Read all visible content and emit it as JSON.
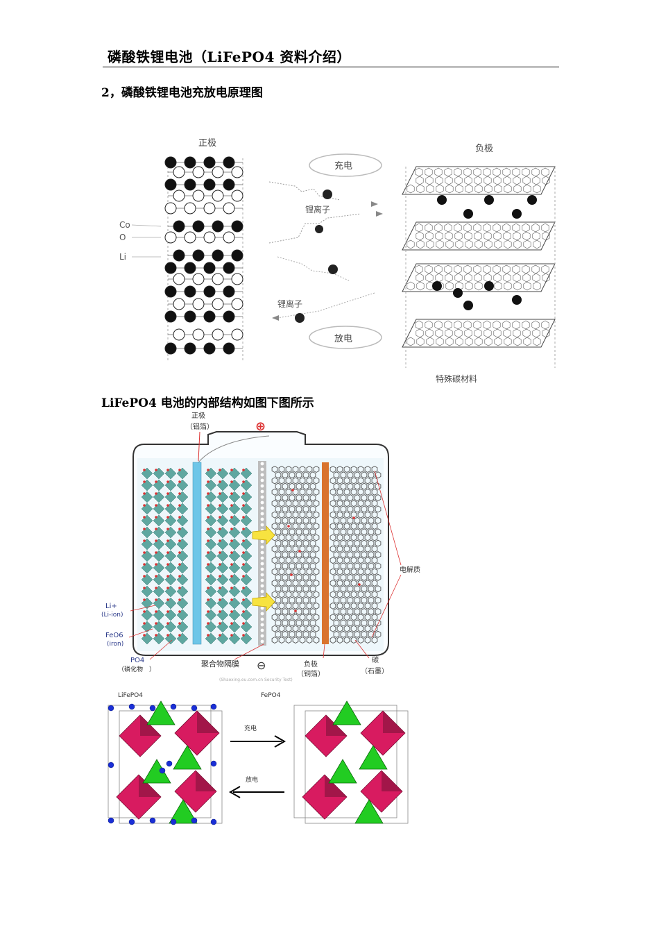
{
  "header": {
    "title": "磷酸铁锂电池（LiFePO4 资料介绍）"
  },
  "section": {
    "heading": "2，磷酸铁锂电池充放电原理图"
  },
  "figure1": {
    "positive_label": "正极",
    "negative_label": "负极",
    "charge_label": "充电",
    "discharge_label": "放电",
    "ion_label_top": "锂离子",
    "ion_label_bottom": "锂离子",
    "legend_co": "Co",
    "legend_o": "O",
    "legend_li": "Li",
    "carbon_label": "特殊碳材料"
  },
  "caption": "LiFePO4 电池的内部结构如图下图所示",
  "figure2": {
    "positive_title": "正极",
    "positive_sub": "（铝箔）",
    "plus_symbol": "⊕",
    "minus_symbol": "⊖",
    "li_label": "Li+",
    "li_sub": "(Li-ion)",
    "feo_label": "FeO6",
    "feo_sub": "(iron)",
    "po_label": "PO4",
    "po_sub": "（磷化物　）",
    "separator_label": "聚合物隔膜",
    "negative_title": "负极",
    "negative_sub": "（铜箔）",
    "carbon_title": "碳",
    "carbon_sub": "（石墨）",
    "electrolyte_label": "电解质",
    "credit": "(Shaoxing.eu.com.cn Security Test)"
  },
  "figure3": {
    "left_label": "LiFePO4",
    "right_label": "FePO4",
    "charge_label": "充电",
    "discharge_label": "放电"
  },
  "colors": {
    "octahedron": "#d81b60",
    "tetrahedron": "#22cc22",
    "li_ion": "#1a2fd6",
    "collector_al": "#6ec6e8",
    "collector_cu": "#d9732d",
    "feo_block": "#5fa7a0",
    "arrow_yellow": "#f7e340"
  }
}
